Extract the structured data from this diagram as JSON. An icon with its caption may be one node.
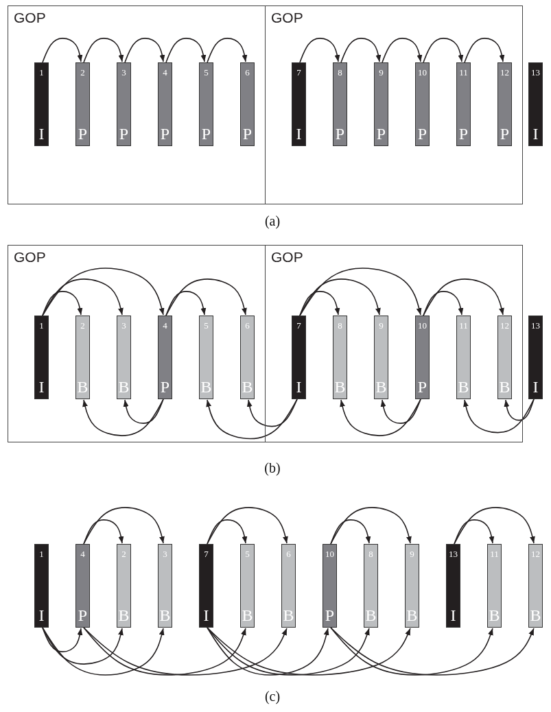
{
  "diagram": {
    "nodes": [
      {
        "text": [
          "GOP"
        ]
      },
      {
        "text": [
          "1",
          "I"
        ],
        "in": 0
      },
      {
        "text": [
          "2",
          "P"
        ],
        "in": 0
      },
      {
        "text": [
          "3",
          "P"
        ],
        "in": 0
      },
      {
        "text": [
          "4",
          "P"
        ],
        "in": 0
      },
      {
        "text": [
          "5",
          "P"
        ],
        "in": 0
      },
      {
        "text": [
          "6",
          "P"
        ],
        "in": 0
      },
      {
        "text": [
          "GOP"
        ]
      },
      {
        "text": [
          "7",
          "I"
        ],
        "in": 7
      },
      {
        "text": [
          "8",
          "P"
        ],
        "in": 7
      },
      {
        "text": [
          "9",
          "P"
        ],
        "in": 7
      },
      {
        "text": [
          "10",
          "P"
        ],
        "in": 7
      },
      {
        "text": [
          "11",
          "P"
        ],
        "in": 7
      },
      {
        "text": [
          "12",
          "P"
        ],
        "in": 7
      },
      {
        "text": [
          "13",
          "I"
        ]
      },
      {
        "text": [
          "GOP"
        ]
      },
      {
        "text": [
          "1",
          "I"
        ],
        "in": 15
      },
      {
        "text": [
          "2",
          "B"
        ],
        "in": 15
      },
      {
        "text": [
          "3",
          "B"
        ],
        "in": 15
      },
      {
        "text": [
          "4",
          "P"
        ],
        "in": 15
      },
      {
        "text": [
          "5",
          "B"
        ],
        "in": 15
      },
      {
        "text": [
          "6",
          "B"
        ],
        "in": 15
      },
      {
        "text": [
          "GOP"
        ]
      },
      {
        "text": [
          "7",
          "I"
        ],
        "in": 22
      },
      {
        "text": [
          "8",
          "B"
        ],
        "in": 22
      },
      {
        "text": [
          "9",
          "B"
        ],
        "in": 22
      },
      {
        "text": [
          "10",
          "P"
        ],
        "in": 22
      },
      {
        "text": [
          "11",
          "B"
        ],
        "in": 22
      },
      {
        "text": [
          "12",
          "B"
        ],
        "in": 22
      },
      {
        "text": [
          "13",
          "I"
        ]
      },
      {
        "text": [
          "1",
          "I"
        ]
      },
      {
        "text": [
          "4",
          "P"
        ]
      },
      {
        "text": [
          "2",
          "B"
        ]
      },
      {
        "text": [
          "3",
          "B"
        ]
      },
      {
        "text": [
          "7",
          "I"
        ]
      },
      {
        "text": [
          "5",
          "B"
        ]
      },
      {
        "text": [
          "6",
          "B"
        ]
      },
      {
        "text": [
          "10",
          "P"
        ]
      },
      {
        "text": [
          "8",
          "B"
        ]
      },
      {
        "text": [
          "9",
          "B"
        ]
      },
      {
        "text": [
          "13",
          "I"
        ]
      },
      {
        "text": [
          "11",
          "B"
        ]
      },
      {
        "text": [
          "12",
          "B"
        ]
      }
    ],
    "edges": [
      {
        "from": 1,
        "to": 2,
        "arrow": "to"
      },
      {
        "from": 2,
        "to": 3,
        "arrow": "to"
      },
      {
        "from": 3,
        "to": 4,
        "arrow": "to"
      },
      {
        "from": 4,
        "to": 5,
        "arrow": "to"
      },
      {
        "from": 5,
        "to": 6,
        "arrow": "to"
      },
      {
        "from": 8,
        "to": 9,
        "arrow": "to"
      },
      {
        "from": 9,
        "to": 10,
        "arrow": "to"
      },
      {
        "from": 10,
        "to": 11,
        "arrow": "to"
      },
      {
        "from": 11,
        "to": 12,
        "arrow": "to"
      },
      {
        "from": 12,
        "to": 13,
        "arrow": "to"
      },
      {
        "from": 16,
        "to": 17,
        "arrow": "to"
      },
      {
        "from": 16,
        "to": 18,
        "arrow": "to"
      },
      {
        "from": 16,
        "to": 19,
        "arrow": "to"
      },
      {
        "from": 19,
        "to": 20,
        "arrow": "to"
      },
      {
        "from": 19,
        "to": 21,
        "arrow": "to"
      },
      {
        "from": 23,
        "to": 24,
        "arrow": "to"
      },
      {
        "from": 23,
        "to": 25,
        "arrow": "to"
      },
      {
        "from": 23,
        "to": 26,
        "arrow": "to"
      },
      {
        "from": 26,
        "to": 27,
        "arrow": "to"
      },
      {
        "from": 26,
        "to": 28,
        "arrow": "to"
      },
      {
        "from": 19,
        "to": 17,
        "arrow": "to"
      },
      {
        "from": 19,
        "to": 18,
        "arrow": "to"
      },
      {
        "from": 23,
        "to": 20,
        "arrow": "to"
      },
      {
        "from": 23,
        "to": 21,
        "arrow": "to"
      },
      {
        "from": 26,
        "to": 24,
        "arrow": "to"
      },
      {
        "from": 26,
        "to": 25,
        "arrow": "to"
      },
      {
        "from": 29,
        "to": 27,
        "arrow": "to"
      },
      {
        "from": 29,
        "to": 28,
        "arrow": "to"
      },
      {
        "from": 31,
        "to": 32,
        "arrow": "to"
      },
      {
        "from": 31,
        "to": 33,
        "arrow": "to"
      },
      {
        "from": 34,
        "to": 35,
        "arrow": "to"
      },
      {
        "from": 34,
        "to": 36,
        "arrow": "to"
      },
      {
        "from": 37,
        "to": 38,
        "arrow": "to"
      },
      {
        "from": 37,
        "to": 39,
        "arrow": "to"
      },
      {
        "from": 40,
        "to": 41,
        "arrow": "to"
      },
      {
        "from": 40,
        "to": 42,
        "arrow": "to"
      },
      {
        "from": 30,
        "to": 31,
        "arrow": "to"
      },
      {
        "from": 30,
        "to": 32,
        "arrow": "to"
      },
      {
        "from": 30,
        "to": 33,
        "arrow": "to"
      },
      {
        "from": 31,
        "to": 35,
        "arrow": "to"
      },
      {
        "from": 31,
        "to": 36,
        "arrow": "to"
      },
      {
        "from": 34,
        "to": 37,
        "arrow": "to"
      },
      {
        "from": 34,
        "to": 38,
        "arrow": "to"
      },
      {
        "from": 34,
        "to": 39,
        "arrow": "to"
      },
      {
        "from": 37,
        "to": 41,
        "arrow": "to"
      },
      {
        "from": 37,
        "to": 42,
        "arrow": "to"
      }
    ],
    "labels": [
      "(a)",
      "(b)",
      "(c)"
    ]
  }
}
